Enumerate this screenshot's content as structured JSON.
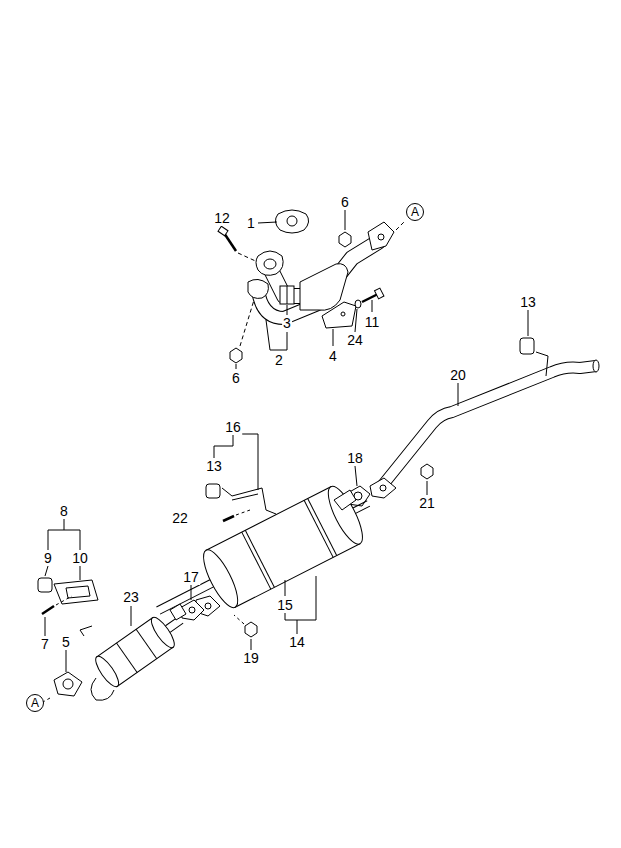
{
  "diagram": {
    "nodes": [
      {
        "text": [
          "A"
        ]
      },
      {
        "text": [
          "A"
        ]
      }
    ],
    "labels": [
      "12",
      "1",
      "6",
      "3",
      "11",
      "24",
      "2",
      "4",
      "6",
      "13",
      "20",
      "16",
      "18",
      "13",
      "21",
      "22",
      "8",
      "9",
      "10",
      "17",
      "23",
      "15",
      "7",
      "5",
      "19",
      "14"
    ]
  }
}
